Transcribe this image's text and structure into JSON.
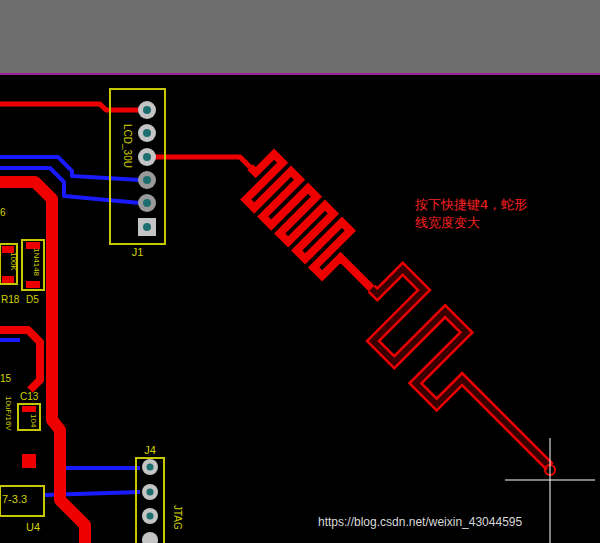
{
  "diagram": {
    "nodes": [
      {
        "text": [
          "LCD_30U",
          "J1"
        ]
      },
      {
        "text": [
          "J4",
          "JTAG"
        ]
      }
    ],
    "labels": [
      "按下快捷键4，蛇形 线宽度变大",
      "6",
      "100K",
      "1N4148",
      "R18",
      "D5",
      "15",
      "C13",
      "10uF/16V",
      "104",
      "7-3.3",
      "U4",
      "https://blog.csdn.net/weixin_43044595"
    ]
  }
}
